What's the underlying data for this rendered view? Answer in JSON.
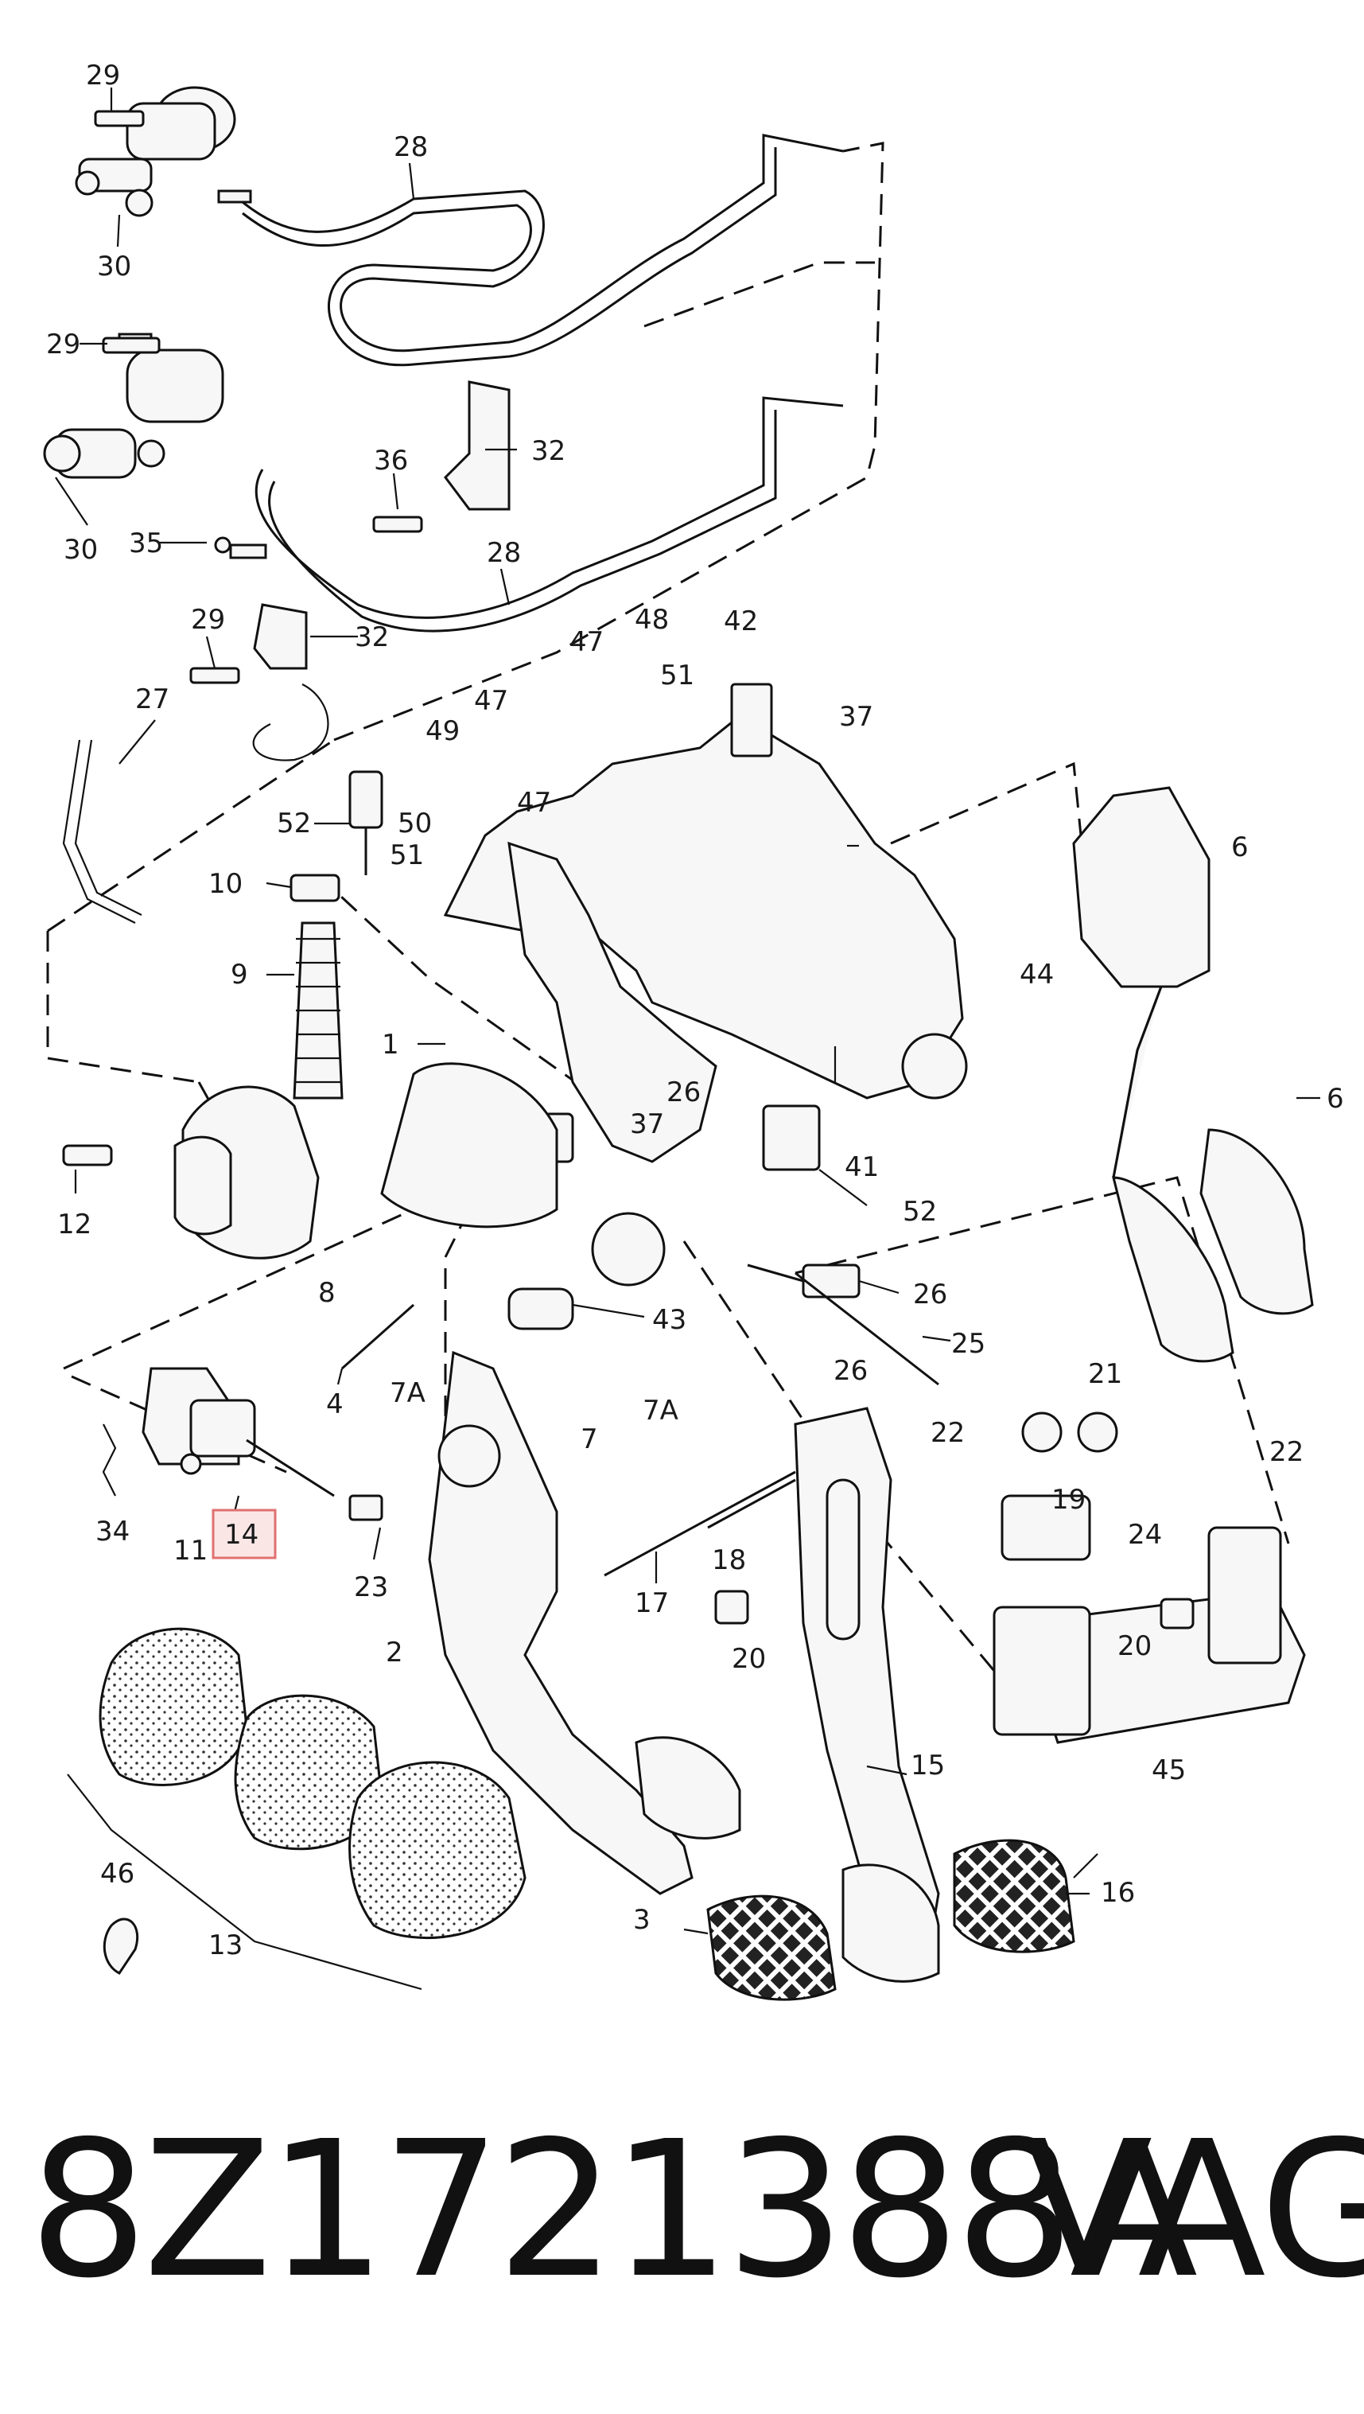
{
  "diagram": {
    "highlighted_label": "14",
    "highlight_color": "#e07070",
    "highlight_fill": "#fbe6e6",
    "labels": {
      "l29a": "29",
      "l28a": "28",
      "l30a": "30",
      "l29b": "29",
      "l36": "36",
      "l32a": "32",
      "l30b": "30",
      "l35": "35",
      "l28b": "28",
      "l29c": "29",
      "l32b": "32",
      "l27": "27",
      "l47a": "47",
      "l48": "48",
      "l42": "42",
      "l51a": "51",
      "l37a": "37",
      "l49": "49",
      "l47b": "47",
      "l52a": "52",
      "l50": "50",
      "l47c": "47",
      "l51b": "51",
      "l6a": "6",
      "l10": "10",
      "l9": "9",
      "l44": "44",
      "l1": "1",
      "l26a": "26",
      "l6b": "6",
      "l37b": "37",
      "l41": "41",
      "l12": "12",
      "l52b": "52",
      "l8": "8",
      "l26b": "26",
      "l43": "43",
      "l25": "25",
      "l4": "4",
      "l26c": "26",
      "l21": "21",
      "l7a1": "7A",
      "l7a2": "7A",
      "l7": "7",
      "l22a": "22",
      "l22b": "22",
      "l34": "34",
      "l11": "11",
      "l14": "14",
      "l23": "23",
      "l19": "19",
      "l24": "24",
      "l18": "18",
      "l17": "17",
      "l20a": "20",
      "l20b": "20",
      "l2": "2",
      "l15": "15",
      "l45": "45",
      "l46": "46",
      "l13": "13",
      "l3": "3",
      "l16": "16"
    }
  },
  "footer": {
    "part_number": "8Z1721388A",
    "brand": "VAG"
  }
}
